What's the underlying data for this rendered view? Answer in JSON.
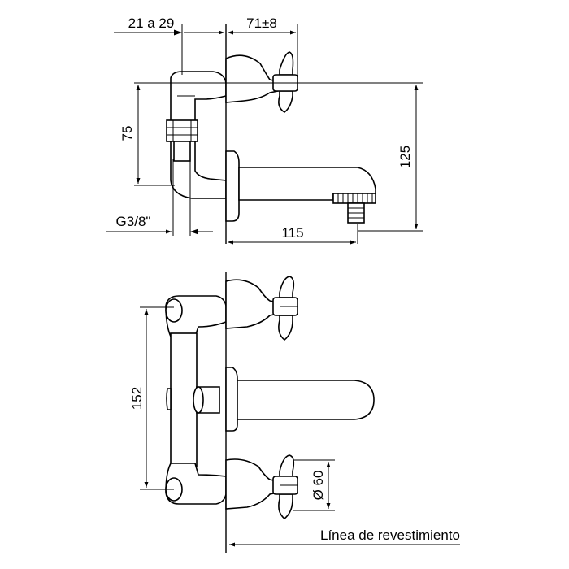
{
  "drawing": {
    "dims": {
      "flange": "21 a 29",
      "offset": "71±8",
      "left_height": "75",
      "total_height": "125",
      "spout": "115",
      "thread": "G3/8\"",
      "spacing": "152",
      "diameter": "Ø 60"
    },
    "caption": "Línea de revestimiento"
  }
}
